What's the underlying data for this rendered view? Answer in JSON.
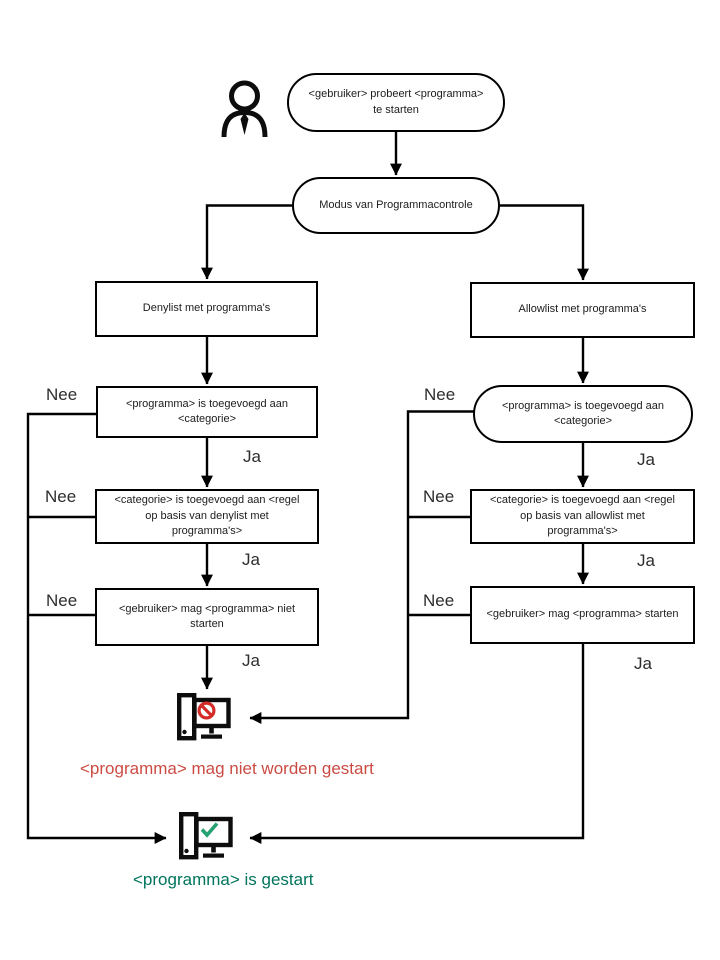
{
  "branch_labels": {
    "yes": "Ja",
    "no": "Nee"
  },
  "nodes": {
    "start": {
      "label": "<gebruiker> probeert <programma> te starten"
    },
    "mode": {
      "label": "Modus van Programmacontrole"
    },
    "denylist": {
      "label": "Denylist met programma's"
    },
    "allowlist": {
      "label": "Allowlist met programma's"
    },
    "denylist_category_check": {
      "label": "<programma> is toegevoegd aan <categorie>"
    },
    "denylist_rule_check": {
      "label": "<categorie> is toegevoegd aan <regel op basis van denylist met programma's>"
    },
    "denylist_user_verdict": {
      "label": "<gebruiker> mag <programma> niet starten"
    },
    "allowlist_category_check": {
      "label": "<programma> is toegevoegd aan <categorie>"
    },
    "allowlist_rule_check": {
      "label": "<categorie> is toegevoegd aan <regel op basis van allowlist met programma's>"
    },
    "allowlist_user_verdict": {
      "label": "<gebruiker> mag <programma> starten"
    }
  },
  "outcomes": {
    "blocked": {
      "label": "<programma> mag niet worden gestart",
      "text_color": "#cb4b43",
      "sign_color": "#d32b27"
    },
    "started": {
      "label": "<programma> is gestart",
      "text_color": "#00745c",
      "check_color": "#26a172"
    }
  },
  "icons": {
    "user": "user-icon",
    "blocked": "computer-blocked-icon",
    "started": "computer-started-icon"
  },
  "colors": {
    "line": "#000000",
    "node_border": "#000000",
    "node_text": "#1c1c1c",
    "background": "#ffffff"
  }
}
